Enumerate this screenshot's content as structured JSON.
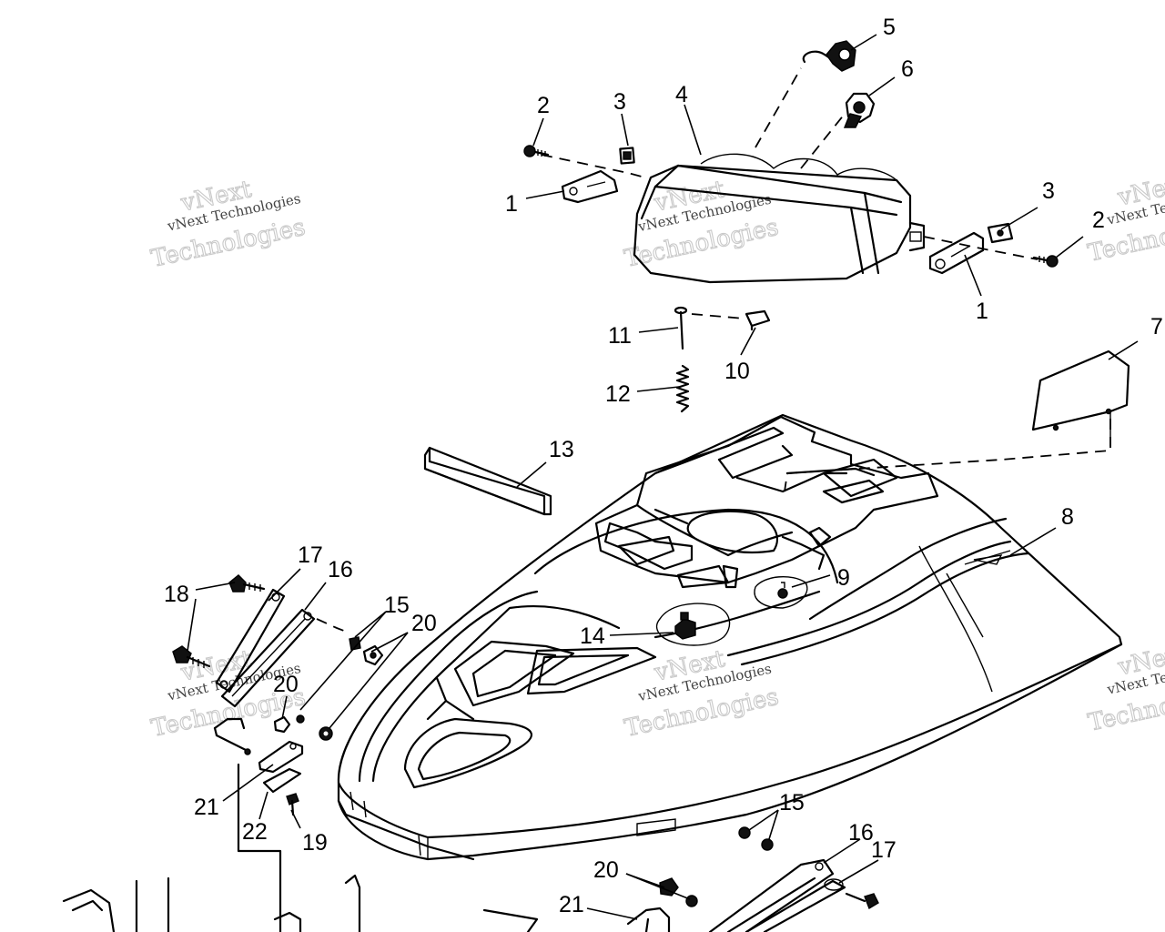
{
  "watermark": {
    "brand": "vNext",
    "company": "Technologies",
    "tagline": "vNext Technologies"
  },
  "callouts": [
    "1",
    "2",
    "3",
    "4",
    "5",
    "6",
    "7",
    "8",
    "9",
    "10",
    "11",
    "12",
    "13",
    "14",
    "15",
    "16",
    "17",
    "18",
    "19",
    "20",
    "21",
    "22"
  ]
}
